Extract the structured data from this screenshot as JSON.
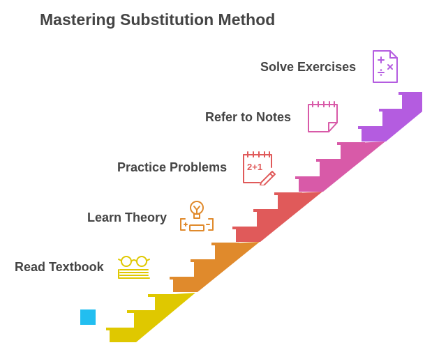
{
  "title": "Mastering Substitution Method",
  "steps": [
    {
      "label": "Read Textbook",
      "color": "#DFC800",
      "icon": "books-glasses-icon"
    },
    {
      "label": "Learn Theory",
      "color": "#E08A2C",
      "icon": "lightbulb-icon"
    },
    {
      "label": "Practice Problems",
      "color": "#E05A5A",
      "icon": "calendar-pencil-icon"
    },
    {
      "label": "Refer to Notes",
      "color": "#D85AA8",
      "icon": "notepad-icon"
    },
    {
      "label": "Solve Exercises",
      "color": "#B45CE0",
      "icon": "math-document-icon"
    }
  ],
  "start_marker_color": "#22BEF0"
}
